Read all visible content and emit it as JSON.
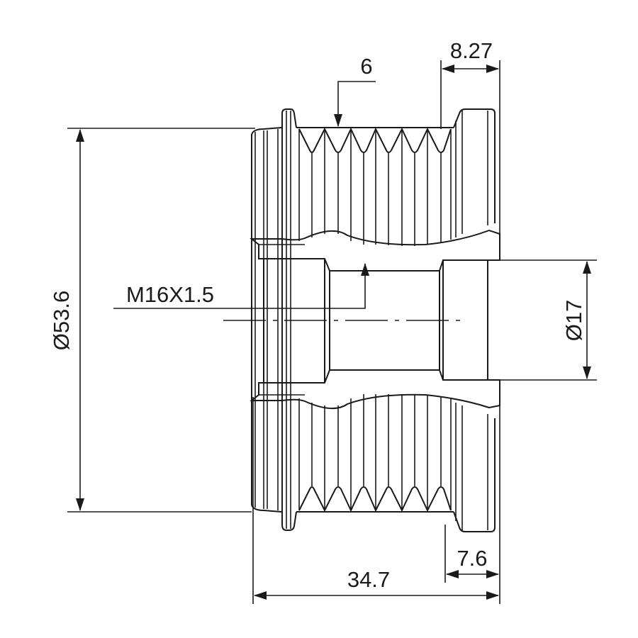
{
  "drawing": {
    "title": "Alternator overrunning pulley",
    "dimensions": {
      "outer_diameter": "Ø53.6",
      "ribs": "6",
      "right_flange_offset": "8.27",
      "thread": "M16X1.5",
      "bore_diameter": "Ø17",
      "right_width": "7.6",
      "overall_length": "34.7"
    }
  }
}
